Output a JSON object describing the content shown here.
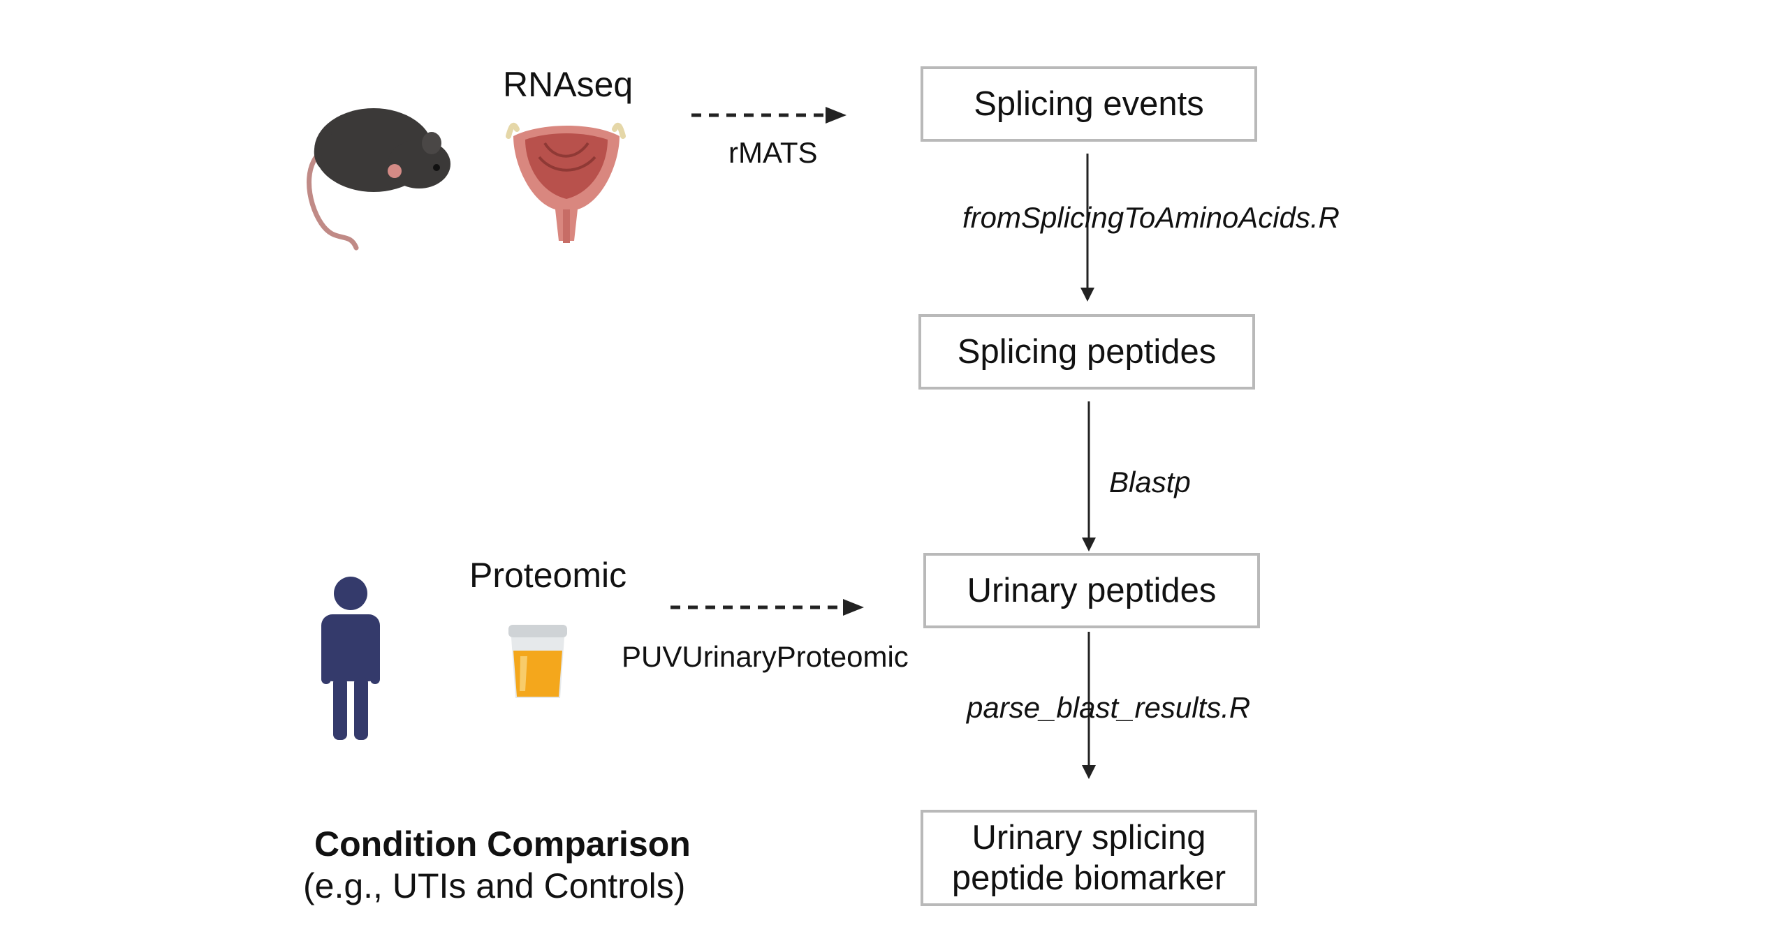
{
  "top_source": {
    "label": "RNAseq",
    "icons": [
      "mouse-icon",
      "bladder-icon"
    ],
    "tool": "rMATS"
  },
  "bottom_source": {
    "label": "Proteomic",
    "icons": [
      "person-icon",
      "urine-cup-icon"
    ],
    "tool": "PUVUrinaryProteomic"
  },
  "boxes": {
    "splicing_events": "Splicing events",
    "splicing_peptides": "Splicing peptides",
    "urinary_peptides": "Urinary peptides",
    "biomarker_line1": "Urinary splicing",
    "biomarker_line2": "peptide biomarker"
  },
  "steps": {
    "step1": "fromSplicingToAminoAcids.R",
    "step2": "Blastp",
    "step3": "parse_blast_results.R"
  },
  "condition": {
    "title": "Condition Comparison",
    "subtitle": "(e.g., UTIs and Controls)"
  },
  "colors": {
    "box_border": "#b9b9b9",
    "arrow": "#222222",
    "mouse": "#3b3938",
    "mouse_tail": "#c08a86",
    "bladder_outer": "#d9877f",
    "bladder_inner": "#b8514c",
    "person": "#343a6b",
    "urine": "#f4a71c"
  }
}
